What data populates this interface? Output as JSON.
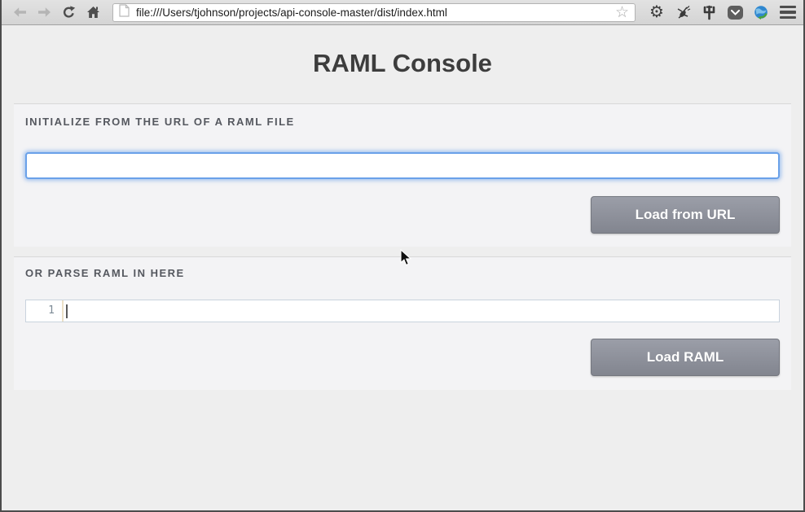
{
  "browser": {
    "address_bar": {
      "url": "file:///Users/tjohnson/projects/api-console-master/dist/index.html"
    },
    "icons": {
      "gear_glyph": "⚙",
      "star_glyph": "☆"
    }
  },
  "page": {
    "title": "RAML Console",
    "url_section": {
      "label": "INITIALIZE FROM THE URL OF A RAML FILE",
      "input_value": "",
      "button_label": "Load from URL"
    },
    "raml_section": {
      "label": "OR PARSE RAML IN HERE",
      "editor": {
        "line_number": "1",
        "content": ""
      },
      "button_label": "Load RAML"
    }
  },
  "colors": {
    "focus_accent": "#6aa1e9",
    "button_gradient_top": "#9b9ea8",
    "button_gradient_bottom": "#82858f",
    "page_background": "#eeeeee",
    "panel_background": "#f3f3f5"
  }
}
